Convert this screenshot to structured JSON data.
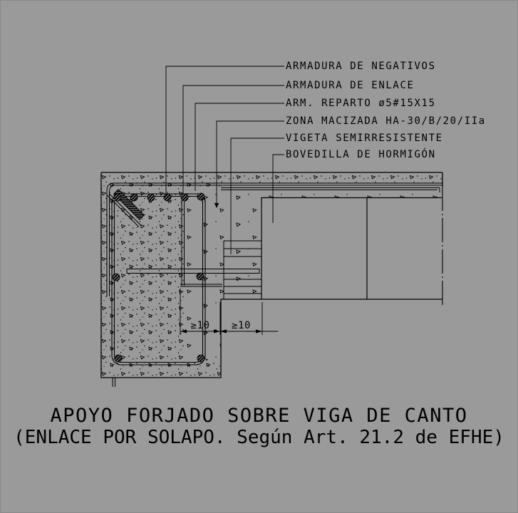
{
  "drawing": {
    "callouts": [
      "ARMADURA DE NEGATIVOS",
      "ARMADURA DE ENLACE",
      "ARM. REPARTO ø5#15X15",
      "ZONA MACIZADA HA-30/B/20/IIa",
      "VIGETA SEMIRRESISTENTE",
      "BOVEDILLA DE HORMIGÓN"
    ],
    "dim_left": "≥10",
    "dim_right": "≥10",
    "title_line1": "APOYO FORJADO SOBRE VIGA DE CANTO",
    "title_line2": "(ENLACE POR SOLAPO. Según Art. 21.2 de EFHE)",
    "colors": {
      "background": "#9a9a9a",
      "line": "#000000"
    }
  }
}
